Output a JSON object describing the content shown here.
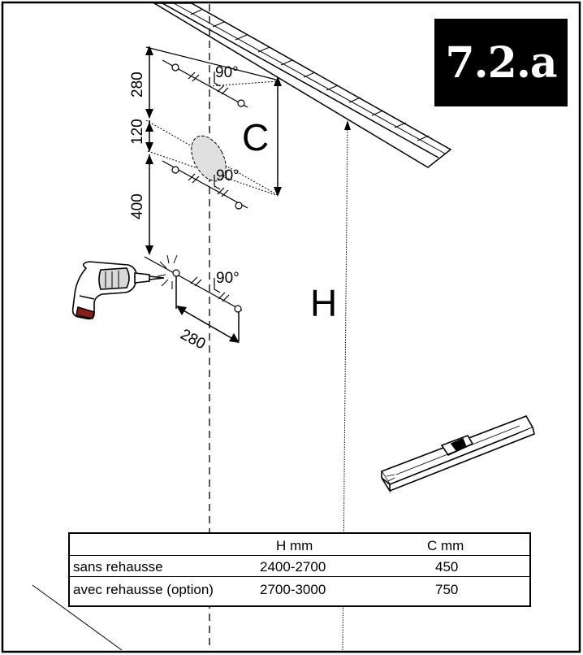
{
  "figure": {
    "badge": "7.2.a",
    "dim_top": "280",
    "dim_mid": "120",
    "dim_low": "400",
    "dim_side": "280",
    "angle_1": "90°",
    "angle_2": "90°",
    "angle_3": "90°",
    "label_c": "C",
    "label_h": "H"
  },
  "table": {
    "headers": [
      "",
      "H mm",
      "C mm"
    ],
    "rows": [
      [
        "sans rehausse",
        "2400-2700",
        "450"
      ],
      [
        "avec rehausse (option)",
        "2700-3000",
        "750"
      ]
    ]
  }
}
